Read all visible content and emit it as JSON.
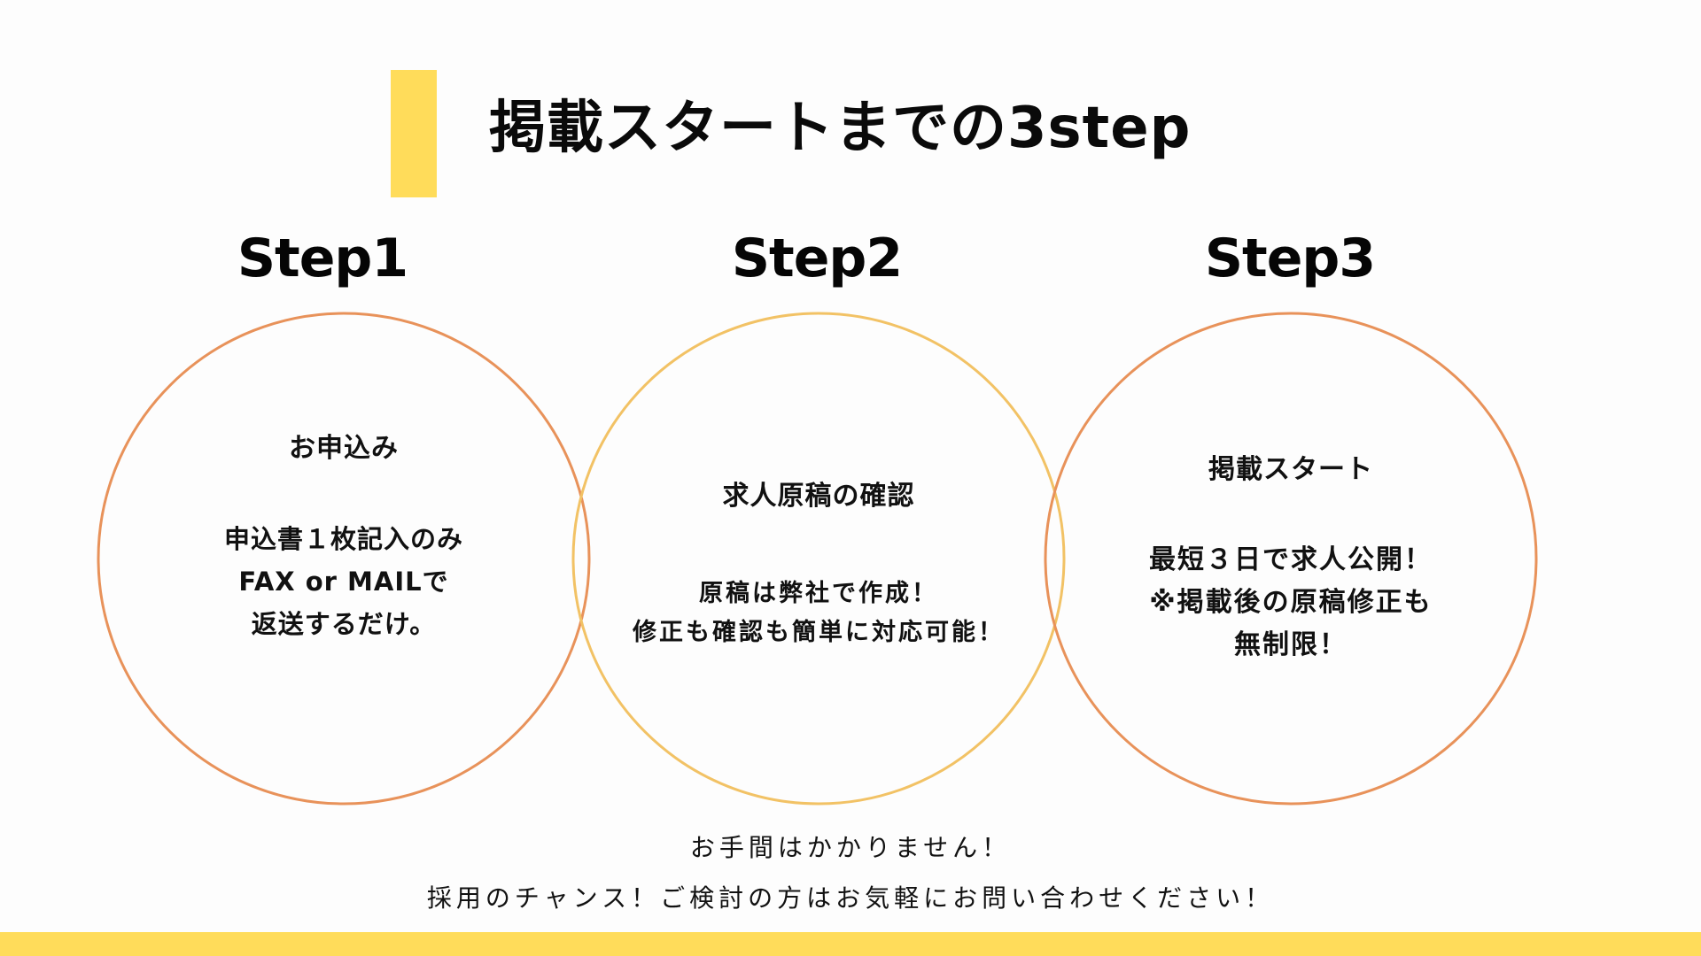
{
  "header": {
    "title": "掲載スタートまでの3step"
  },
  "colors": {
    "accent_yellow": "#ffdc5a",
    "circle_orange": "#e8925a",
    "circle_yellow": "#f2c265",
    "text": "#111111",
    "background": "#fdfdfd"
  },
  "steps": [
    {
      "label": "Step1",
      "heading": "お申込み",
      "lines": [
        "申込書１枚記入のみ",
        "FAX or MAILで",
        "返送するだけ。"
      ]
    },
    {
      "label": "Step2",
      "heading": "求人原稿の確認",
      "lines": [
        "原稿は弊社で作成！",
        "修正も確認も簡単に対応可能！"
      ]
    },
    {
      "label": "Step3",
      "heading": "掲載スタート",
      "lines": [
        "最短３日で求人公開！",
        "※掲載後の原稿修正も",
        "無制限！"
      ]
    }
  ],
  "footer": {
    "line1": "お手間はかかりません！",
    "line2": "採用のチャンス！ご検討の方はお気軽にお問い合わせください！"
  }
}
